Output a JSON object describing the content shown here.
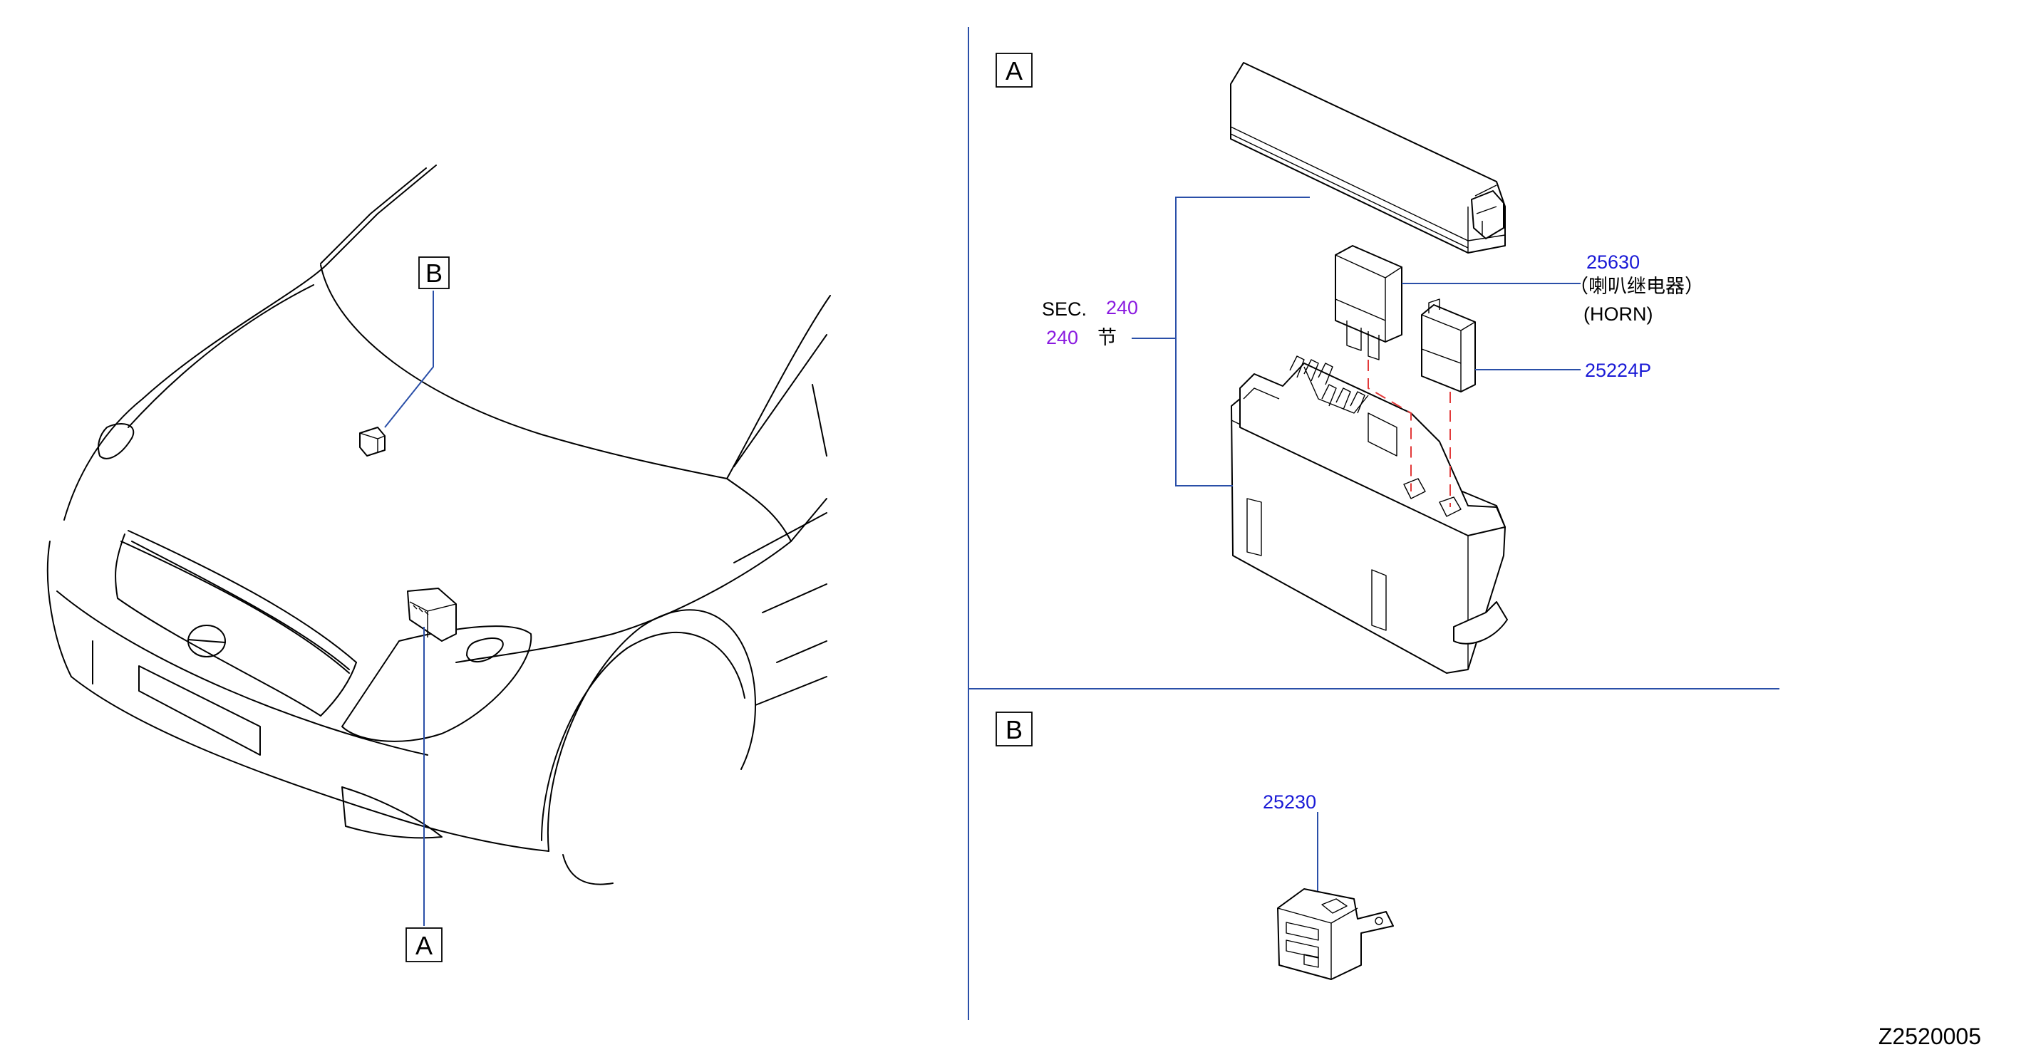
{
  "callouts": {
    "panel_a_tag": "A",
    "panel_b_tag": "B",
    "car_tag_a": "A",
    "car_tag_b": "B"
  },
  "parts": {
    "horn_relay_number": "25630",
    "horn_relay_name": "（喇叭继电器）",
    "horn_relay_note": "(HORN)",
    "relay_number": "25224P",
    "relay_b_number": "25230"
  },
  "section_ref": {
    "prefix": "SEC.",
    "number": "240",
    "number_2": "240",
    "suffix": "节"
  },
  "drawing_id": "Z2520005"
}
